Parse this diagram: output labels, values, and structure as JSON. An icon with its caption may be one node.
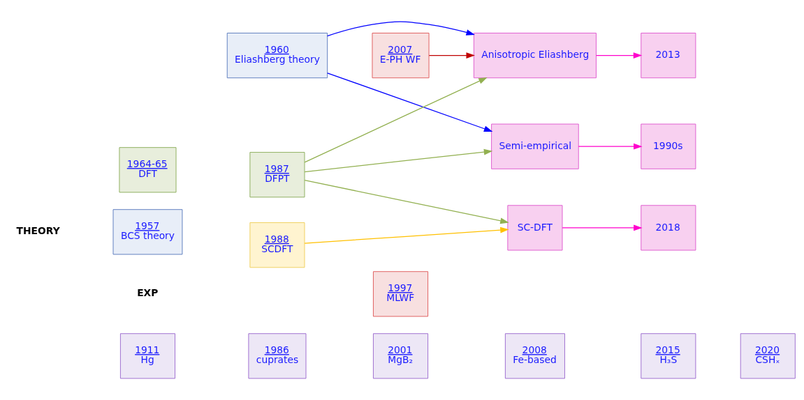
{
  "diagram": {
    "nodes": [
      {
        "text": [
          "1911",
          "Hg"
        ]
      },
      {
        "text": [
          "1986",
          "cuprates"
        ]
      },
      {
        "text": [
          "2001",
          "MgB₂"
        ]
      },
      {
        "text": [
          "2008",
          "Fe-based"
        ]
      },
      {
        "text": [
          "2015",
          "H₃S"
        ]
      },
      {
        "text": [
          "2020",
          "CSHₓ"
        ]
      },
      {
        "text": [
          "1997",
          "MLWF"
        ]
      },
      {
        "text": [
          "2007",
          "E-PH WF"
        ]
      },
      {
        "text": [
          "Anisotropic Eliashberg"
        ]
      },
      {
        "text": [
          "2013"
        ]
      },
      {
        "text": [
          "1957",
          "BCS theory"
        ]
      },
      {
        "text": [
          "1960",
          "Eliashberg theory"
        ]
      },
      {
        "text": [
          "Semi-empirical"
        ]
      },
      {
        "text": [
          "1990s"
        ]
      },
      {
        "text": [
          "1964-65",
          "DFT"
        ]
      },
      {
        "text": [
          "1987",
          "DFPT"
        ]
      },
      {
        "text": [
          "SC-DFT"
        ]
      },
      {
        "text": [
          "2018"
        ]
      },
      {
        "text": [
          "1988",
          "SCDFT"
        ]
      }
    ],
    "edges": [
      {
        "from": 7,
        "to": 8,
        "arrow": "to",
        "color": "#c00000"
      },
      {
        "from": 11,
        "to": 8,
        "arrow": "to",
        "color": "#0000ff"
      },
      {
        "from": 15,
        "to": 8,
        "arrow": "to",
        "color": "#92b050"
      },
      {
        "from": 11,
        "to": 12,
        "arrow": "to",
        "color": "#0000ff"
      },
      {
        "from": 15,
        "to": 12,
        "arrow": "to",
        "color": "#92b050"
      },
      {
        "from": 15,
        "to": 16,
        "arrow": "to",
        "color": "#92b050"
      },
      {
        "from": 18,
        "to": 16,
        "arrow": "to",
        "color": "#ffc000"
      },
      {
        "from": 8,
        "to": 9,
        "arrow": "to",
        "color": "#ff00cc"
      },
      {
        "from": 12,
        "to": 13,
        "arrow": "to",
        "color": "#ff00cc"
      },
      {
        "from": 16,
        "to": 17,
        "arrow": "to",
        "color": "#ff00cc"
      }
    ],
    "labels": [
      "EXP",
      "THEORY"
    ]
  }
}
